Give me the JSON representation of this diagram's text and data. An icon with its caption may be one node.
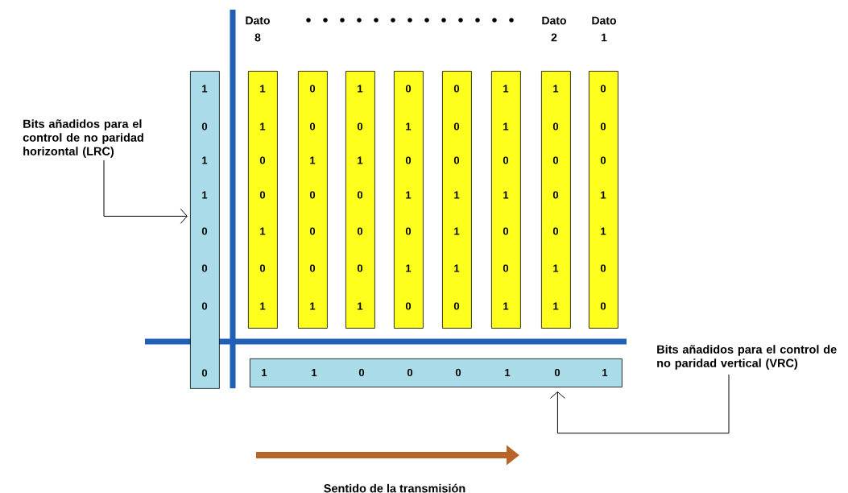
{
  "diagram": {
    "nodes": [
      {
        "text": [
          "1",
          "0",
          "1",
          "1",
          "0",
          "0",
          "0",
          "0"
        ]
      },
      {
        "text": [
          "1",
          "1",
          "0",
          "0",
          "1",
          "0",
          "1"
        ]
      },
      {
        "text": [
          "0",
          "0",
          "1",
          "0",
          "0",
          "0",
          "1"
        ]
      },
      {
        "text": [
          "1",
          "0",
          "1",
          "0",
          "0",
          "0",
          "1"
        ]
      },
      {
        "text": [
          "0",
          "1",
          "0",
          "1",
          "0",
          "1",
          "0"
        ]
      },
      {
        "text": [
          "0",
          "0",
          "0",
          "1",
          "1",
          "1",
          "0"
        ]
      },
      {
        "text": [
          "1",
          "1",
          "0",
          "1",
          "0",
          "0",
          "1"
        ]
      },
      {
        "text": [
          "1",
          "0",
          "0",
          "0",
          "0",
          "1",
          "1"
        ]
      },
      {
        "text": [
          "0",
          "0",
          "0",
          "1",
          "1",
          "0",
          "0"
        ]
      },
      {
        "text": [
          "1",
          "1",
          "0",
          "0",
          "0",
          "1",
          "0",
          "1"
        ]
      },
      {
        "text": [
          "Bits añadidos para el control de no paridad horizontal (LRC)"
        ]
      },
      {
        "text": [
          "Bits añadidos para el control de no paridad vertical (VRC)"
        ]
      }
    ],
    "edges": [
      {
        "from": 10,
        "to": 0,
        "arrow": "to"
      },
      {
        "from": 11,
        "to": 9,
        "arrow": "to"
      }
    ],
    "labels": [
      "Dato 8",
      "Dato 2",
      "Dato 1",
      "Sentido de la transmisión"
    ]
  }
}
